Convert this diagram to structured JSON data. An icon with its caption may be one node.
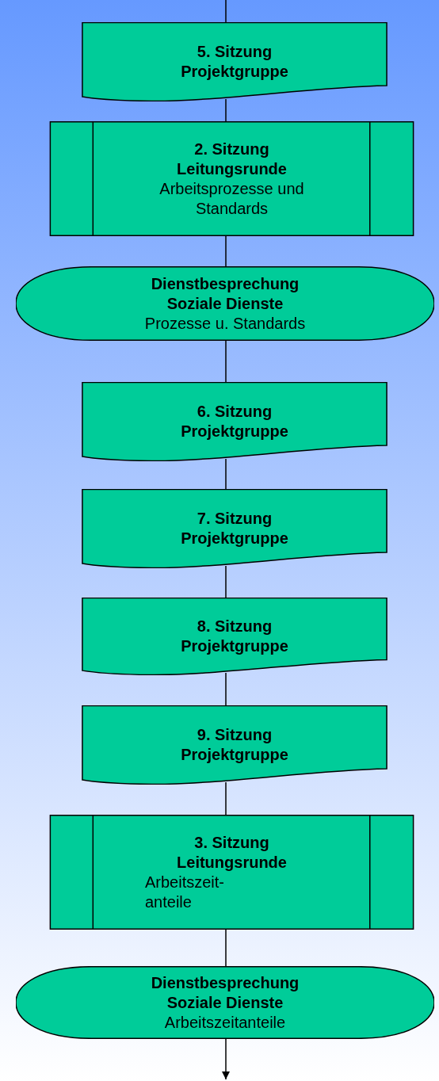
{
  "diagram": {
    "nodes": [
      {
        "text": [
          "5. Sitzung Projektgruppe"
        ]
      },
      {
        "text": [
          "2. Sitzung Leitungsrunde",
          "Arbeitsprozesse und Standards"
        ]
      },
      {
        "text": [
          "Dienstbesprechung Soziale Dienste",
          "Prozesse u. Standards"
        ]
      },
      {
        "text": [
          "6. Sitzung Projektgruppe"
        ]
      },
      {
        "text": [
          "7. Sitzung Projektgruppe"
        ]
      },
      {
        "text": [
          "8. Sitzung Projektgruppe"
        ]
      },
      {
        "text": [
          "9. Sitzung Projektgruppe"
        ]
      },
      {
        "text": [
          "3. Sitzung Leitungsrunde",
          "Arbeitszeit- anteile"
        ]
      },
      {
        "text": [
          "Dienstbesprechung Soziale Dienste",
          "Arbeitszeitanteile"
        ]
      }
    ],
    "edges": [
      {
        "from": null,
        "to": 0,
        "arrow": "none"
      },
      {
        "from": 0,
        "to": 1,
        "arrow": "none"
      },
      {
        "from": 1,
        "to": 2,
        "arrow": "none"
      },
      {
        "from": 2,
        "to": 3,
        "arrow": "none"
      },
      {
        "from": 3,
        "to": 4,
        "arrow": "none"
      },
      {
        "from": 4,
        "to": 5,
        "arrow": "none"
      },
      {
        "from": 5,
        "to": 6,
        "arrow": "none"
      },
      {
        "from": 6,
        "to": 7,
        "arrow": "none"
      },
      {
        "from": 7,
        "to": 8,
        "arrow": "none"
      },
      {
        "from": 8,
        "to": null,
        "arrow": "to"
      }
    ]
  }
}
